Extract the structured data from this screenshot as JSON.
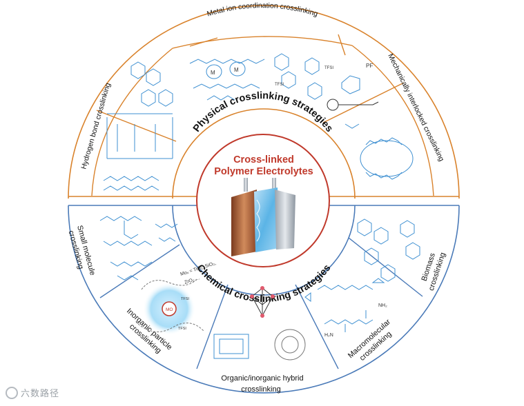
{
  "center": {
    "line1": "Cross-linked",
    "line2": "Polymer Electrolytes"
  },
  "physical": {
    "ring_title": "Physical crosslinking strategies",
    "segments": [
      {
        "label": "Hydrogen bond crosslinking"
      },
      {
        "label": "Metal ion coordination crosslinking"
      },
      {
        "label": "Mechanically interlocked crosslinking"
      }
    ]
  },
  "chemical": {
    "ring_title": "Chemical crosslinking strategies",
    "segments": [
      {
        "line1": "Small molecule",
        "line2": "crosslinking"
      },
      {
        "line1": "Inorganic particle",
        "line2": "crosslinking"
      },
      {
        "line1": "Organic/inorganic hybrid",
        "line2": "crosslinking"
      },
      {
        "line1": "Macromolecular",
        "line2": "crosslinking"
      },
      {
        "line1": "Biomass",
        "line2": "crosslinking"
      }
    ]
  },
  "fragments": {
    "metal_ion_a": "M",
    "metal_ion_b": "M",
    "tfsi_a": "TFSI",
    "tfsi_b": "TFSI",
    "pf6": "PF",
    "mo": "MO",
    "mo_formula": "Moₓ = TiO₂, SiO₂,",
    "mo_formula2": "ZrO₂ ...",
    "nh2": "NH₂",
    "h2n": "H₂N",
    "tfsi_c": "TFSI",
    "tfsi_d": "TFSI"
  },
  "watermark": "六数路径",
  "colors": {
    "physical": "#d9822b",
    "chemical": "#4a7ab8",
    "center_ring": "#c0392b",
    "center_text": "#c0392b",
    "molecule": "#3d8fd1"
  }
}
